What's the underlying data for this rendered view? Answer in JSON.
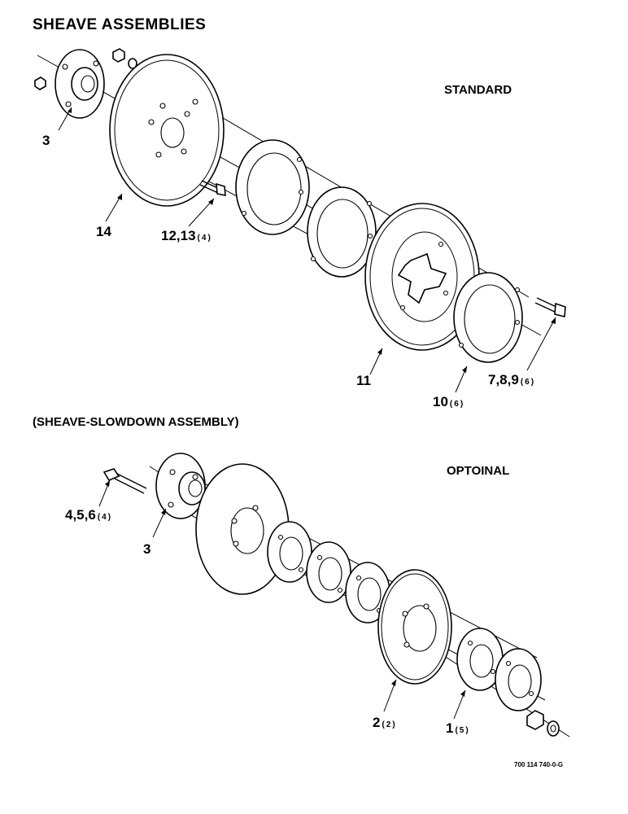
{
  "title": "SHEAVE ASSEMBLIES",
  "section_standard": {
    "label": "STANDARD",
    "callouts": {
      "c3": {
        "num": "3",
        "qty": ""
      },
      "c14": {
        "num": "14",
        "qty": ""
      },
      "c12": {
        "num": "12,13",
        "qty": "(4)"
      },
      "c11": {
        "num": "11",
        "qty": ""
      },
      "c10": {
        "num": "10",
        "qty": "(6)"
      },
      "c7": {
        "num": "7,8,9",
        "qty": "(6)"
      }
    }
  },
  "section_optional": {
    "heading": "(SHEAVE-SLOWDOWN ASSEMBLY)",
    "label": "OPTOINAL",
    "callouts": {
      "c4": {
        "num": "4,5,6",
        "qty": "(4)"
      },
      "c3": {
        "num": "3",
        "qty": ""
      },
      "c2": {
        "num": "2",
        "qty": "(2)"
      },
      "c1": {
        "num": "1",
        "qty": "(5)"
      }
    }
  },
  "doc_id": "700 114 740-0-G"
}
